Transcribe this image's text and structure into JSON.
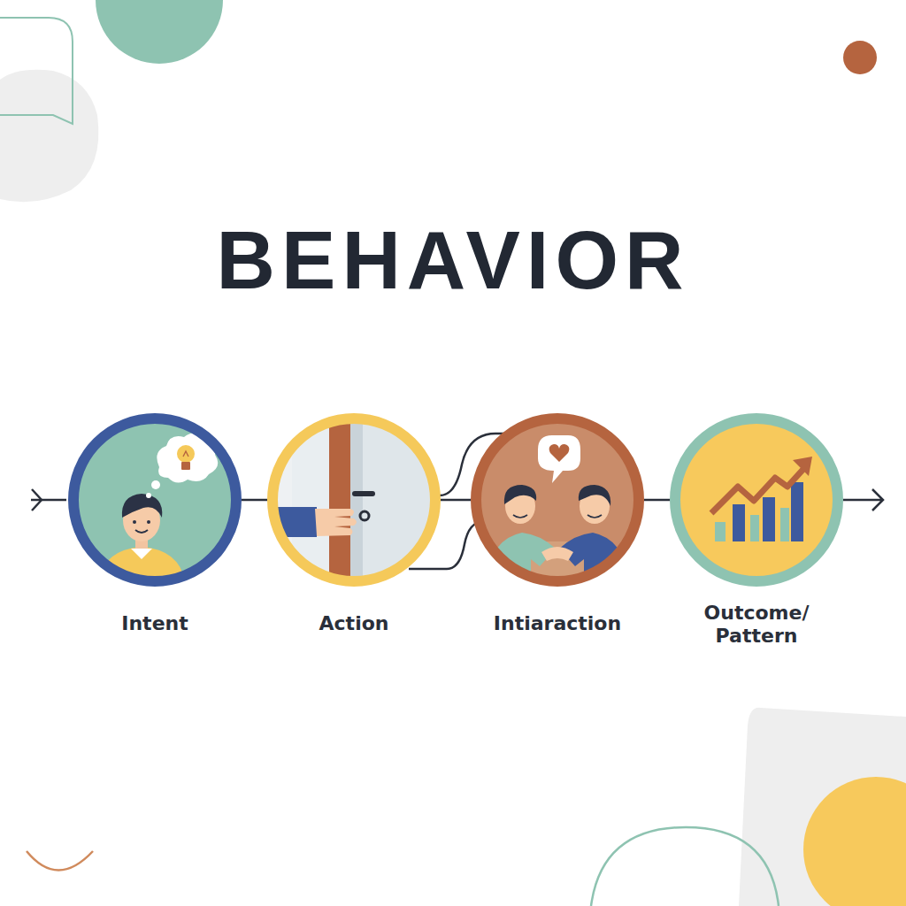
{
  "diagram": {
    "title": "BEHAVIOR",
    "nodes": [
      {
        "text": [
          "Intent"
        ]
      },
      {
        "text": [
          "Action"
        ]
      },
      {
        "text": [
          "Intiaraction"
        ]
      },
      {
        "text": [
          "Outcome/ Pattern"
        ]
      }
    ],
    "edges": [
      {
        "from": 0,
        "to": 1,
        "arrow": "none"
      },
      {
        "from": 1,
        "to": 2,
        "arrow": "none"
      },
      {
        "from": 2,
        "to": 3,
        "arrow": "none"
      }
    ]
  }
}
